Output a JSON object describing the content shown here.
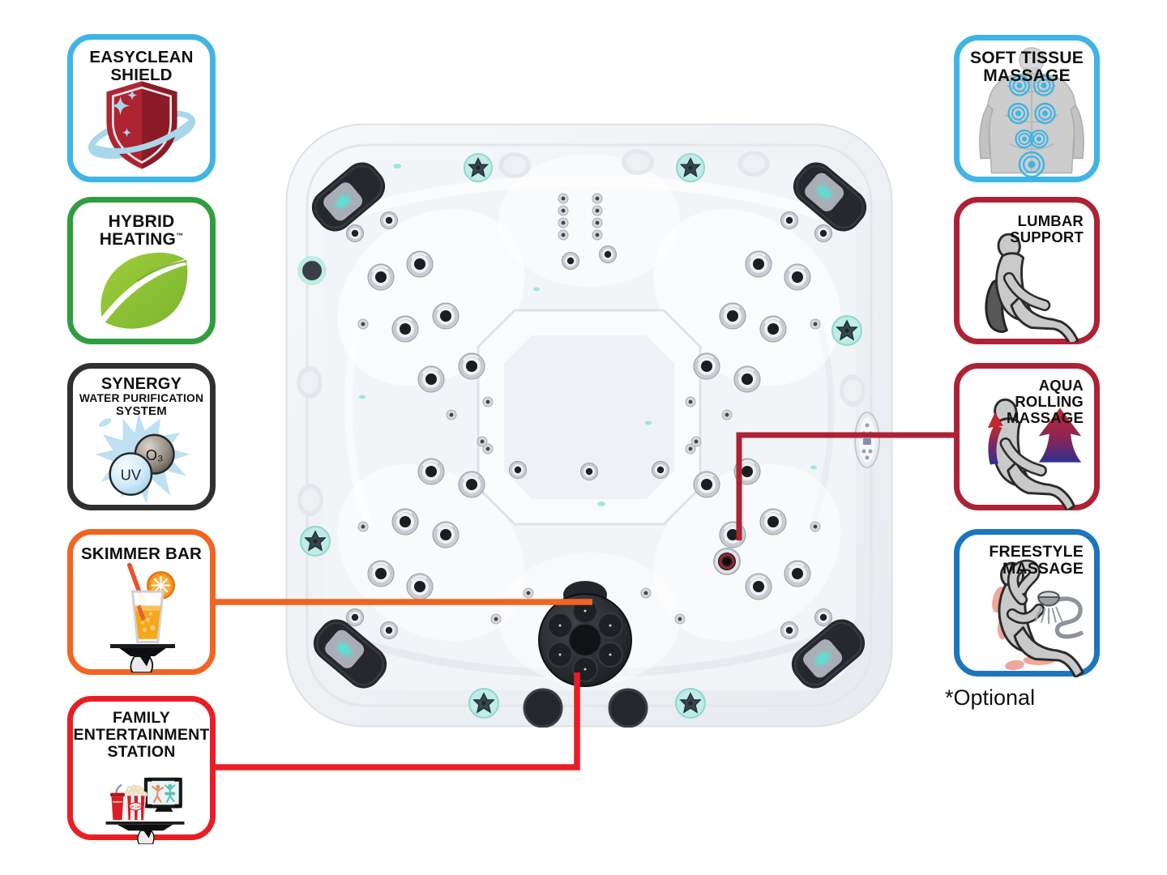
{
  "badges_left": [
    {
      "id": "easyclean-shield",
      "icon": "shield-sparkle-icon",
      "border_color": "#3FB5E5",
      "title_lines": [
        "EASYCLEAN",
        "SHIELD"
      ]
    },
    {
      "id": "hybrid-heating",
      "icon": "leaf-icon",
      "border_color": "#2F9E41",
      "title_lines": [
        "HYBRID",
        "HEATING"
      ],
      "trademark": "™"
    },
    {
      "id": "synergy-water-purification",
      "icon": "water-splash-icon",
      "border_color": "#303030",
      "title_lines": [
        "SYNERGY",
        "WATER PURIFICATION",
        "SYSTEM"
      ],
      "bubble_o3": "O₃",
      "bubble_uv": "UV"
    },
    {
      "id": "skimmer-bar",
      "icon": "drink-tray-icon",
      "border_color": "#F26422",
      "title_lines": [
        "SKIMMER BAR"
      ]
    },
    {
      "id": "family-entertainment-station",
      "icon": "entertainment-tray-icon",
      "border_color": "#EA1C24",
      "title_lines": [
        "FAMILY",
        "ENTERTAINMENT",
        "STATION"
      ],
      "popcorn_label": "POP CORN"
    }
  ],
  "badges_right": [
    {
      "id": "soft-tissue-massage",
      "icon": "back-massage-icon",
      "border_color": "#3FB5E5",
      "title_lines": [
        "SOFT TISSUE",
        "MASSAGE"
      ]
    },
    {
      "id": "lumbar-support",
      "icon": "lumbar-person-icon",
      "border_color": "#AE2235",
      "title_lines": [
        "LUMBAR",
        "SUPPORT"
      ]
    },
    {
      "id": "aqua-rolling-massage",
      "icon": "aqua-rolling-person-icon",
      "border_color": "#AE2235",
      "title_lines": [
        "AQUA",
        "ROLLING",
        "MASSAGE"
      ]
    },
    {
      "id": "freestyle-massage",
      "icon": "freestyle-person-icon",
      "border_color": "#1C76BD",
      "title_lines": [
        "FREESTYLE",
        "MASSAGE"
      ]
    }
  ],
  "footnote": "*Optional",
  "connectors": [
    {
      "name": "skimmer-bar-line",
      "color": "#F26422"
    },
    {
      "name": "family-entertainment-line",
      "color": "#EA1C24"
    },
    {
      "name": "aqua-rolling-line",
      "color": "#AE2235"
    }
  ],
  "tub": {
    "accent_teal": "#7FDCD4",
    "shell_color": "#EEF1F4"
  }
}
